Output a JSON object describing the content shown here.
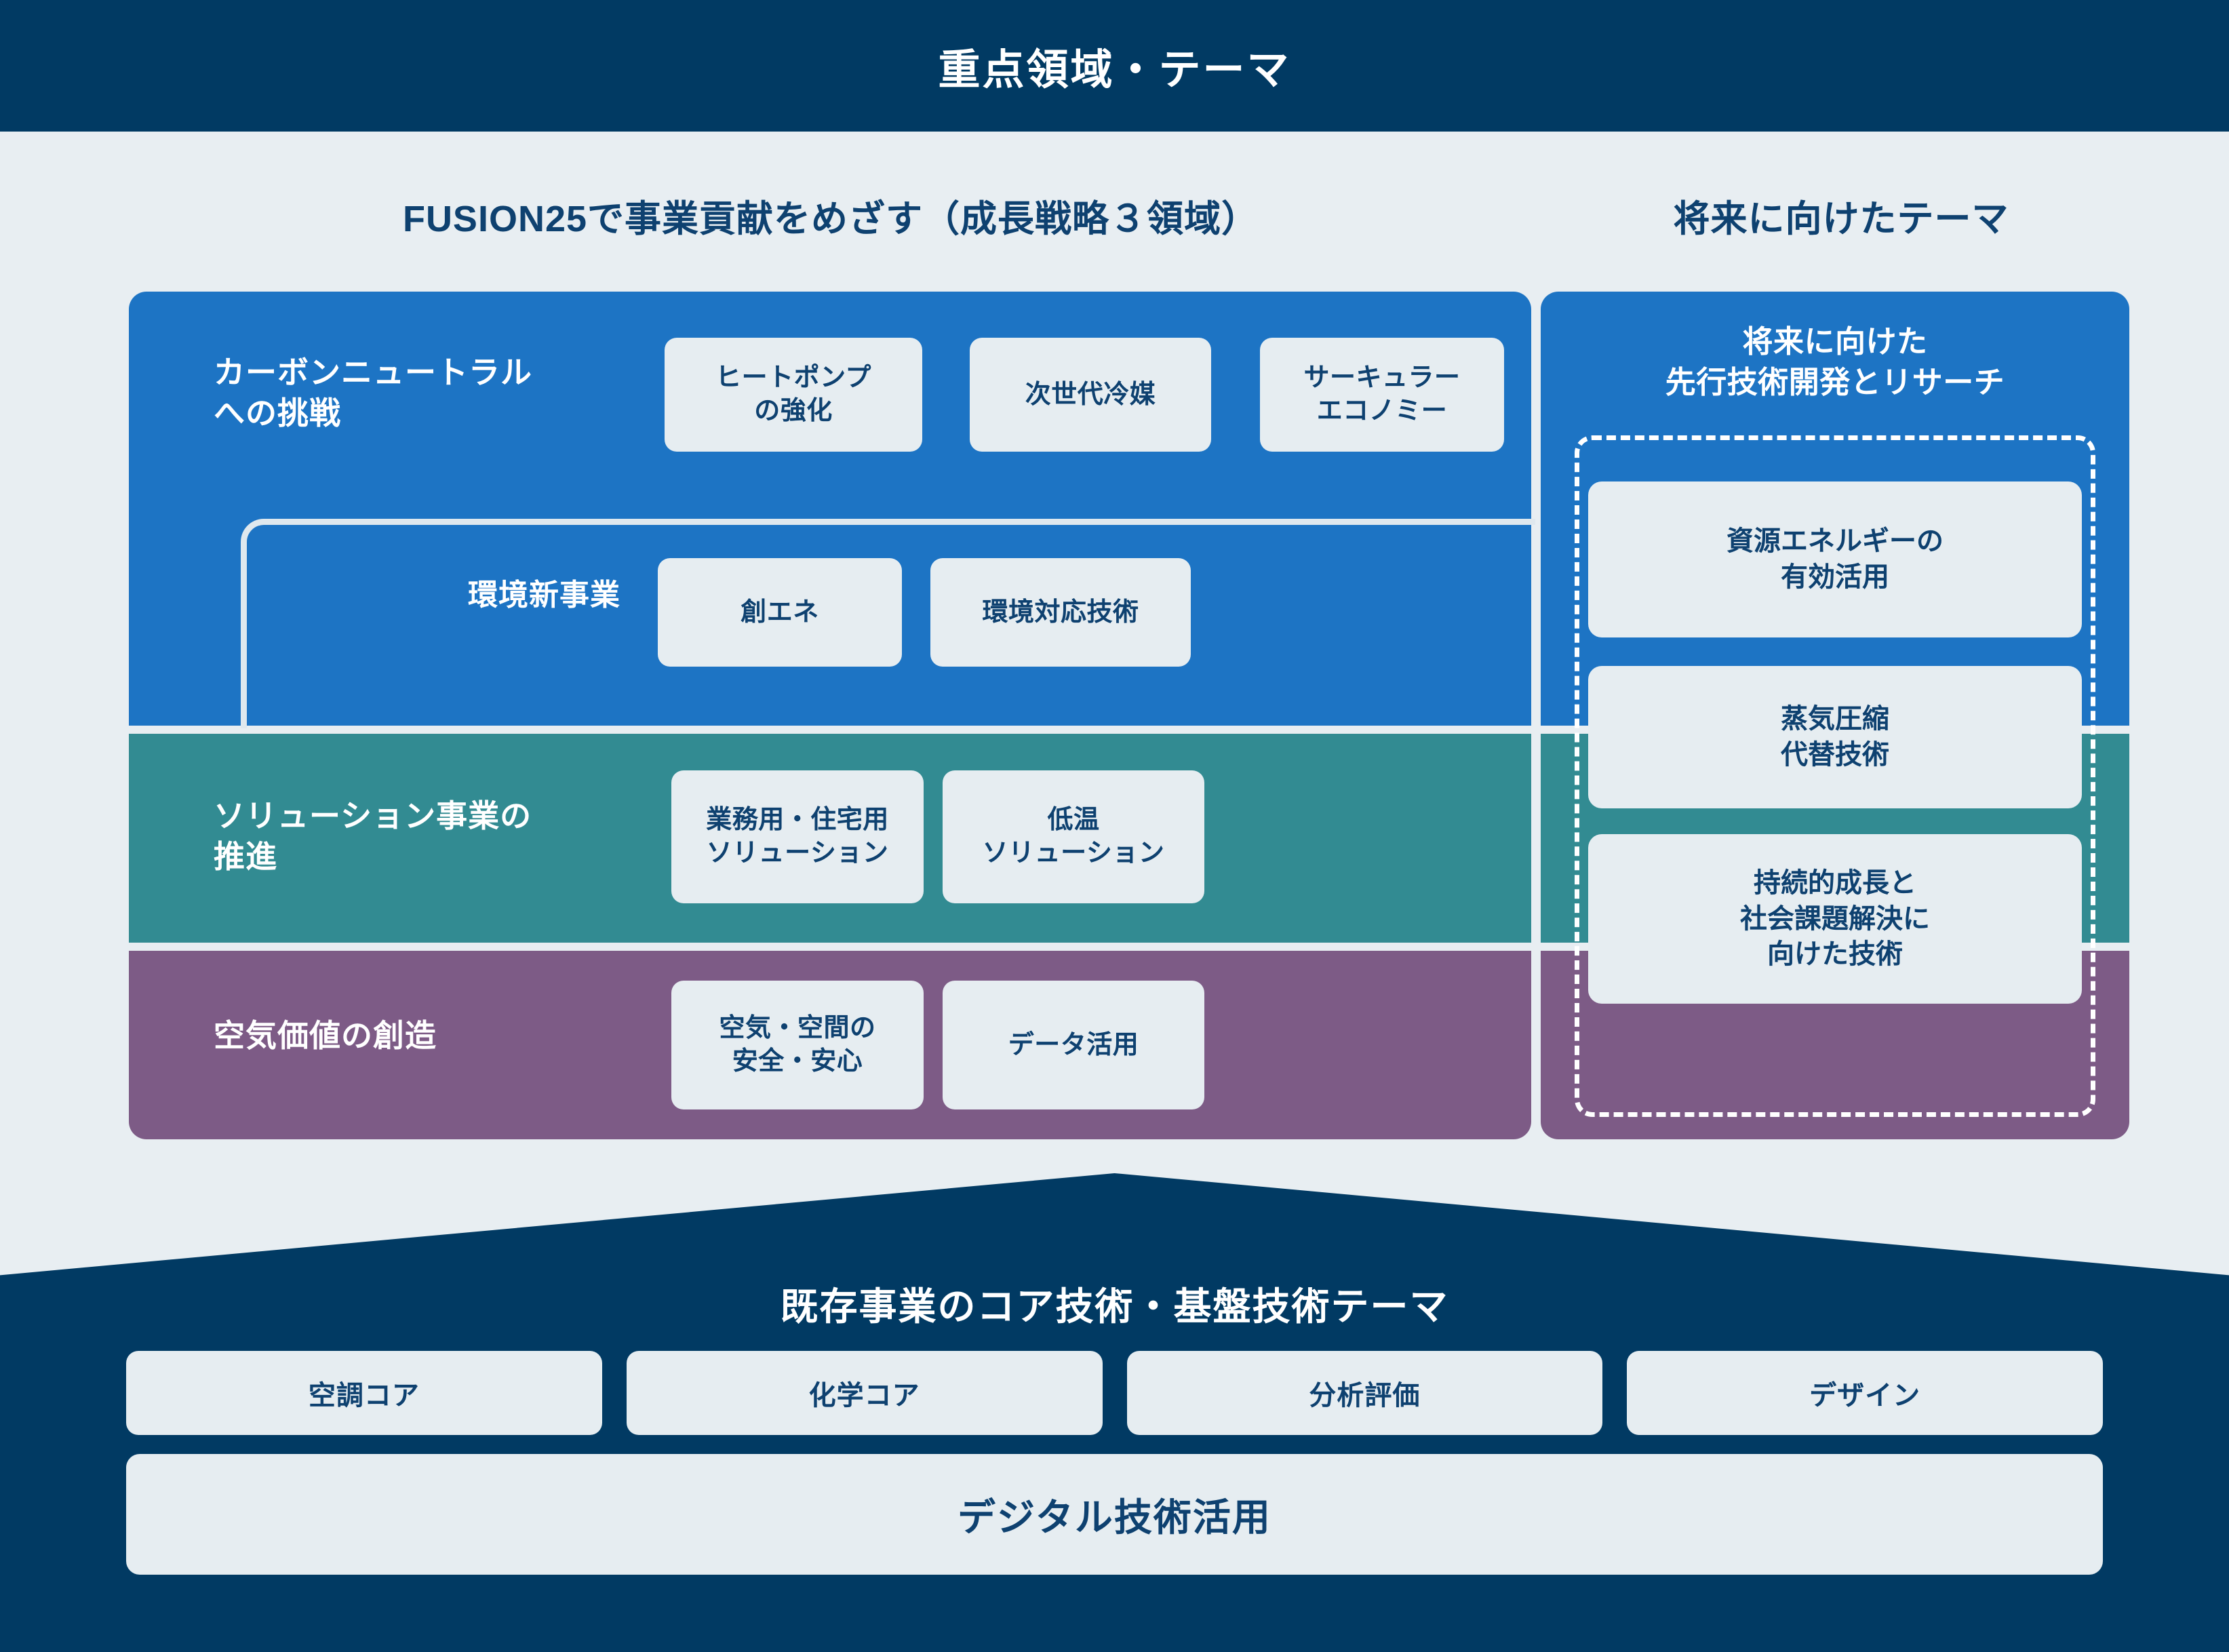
{
  "header": {
    "title": "重点領域・テーマ"
  },
  "columns": {
    "left_subtitle": "FUSION25で事業貢献をめざす（成長戦略３領域）",
    "right_subtitle": "将来に向けたテーマ"
  },
  "colors": {
    "navy": "#013A63",
    "blue": "#1D74C4",
    "teal": "#328B92",
    "purple": "#7D5B86",
    "chip_bg": "#e6edf1",
    "page_bg": "#e8eef2",
    "chip_text": "#0E4170"
  },
  "rows": [
    {
      "label": "カーボンニュートラル\nへの挑戦",
      "color": "blue",
      "chips": [
        "ヒートポンプ\nの強化",
        "次世代冷媒",
        "サーキュラー\nエコノミー"
      ]
    },
    {
      "label": "環境新事業",
      "color": "blue",
      "chips": [
        "創エネ",
        "環境対応技術"
      ]
    },
    {
      "label": "ソリューション事業の\n推進",
      "color": "teal",
      "chips": [
        "業務用・住宅用\nソリューション",
        "低温\nソリューション"
      ]
    },
    {
      "label": "空気価値の創造",
      "color": "purple",
      "chips": [
        "空気・空間の\n安全・安心",
        "データ活用"
      ]
    }
  ],
  "row_labels": {
    "carbon_neutral_line1": "カーボンニュートラル",
    "carbon_neutral_line2": "への挑戦",
    "env_business": "環境新事業",
    "solution_line1": "ソリューション事業の",
    "solution_line2": "推進",
    "air_value": "空気価値の創造"
  },
  "chips": {
    "heat_pump_line1": "ヒートポンプ",
    "heat_pump_line2": "の強化",
    "next_gen_refrigerant": "次世代冷媒",
    "circular_line1": "サーキュラー",
    "circular_line2": "エコノミー",
    "energy_creation": "創エネ",
    "env_tech": "環境対応技術",
    "commercial_line1": "業務用・住宅用",
    "commercial_line2": "ソリューション",
    "lowtemp_line1": "低温",
    "lowtemp_line2": "ソリューション",
    "air_safety_line1": "空気・空間の",
    "air_safety_line2": "安全・安心",
    "data_use": "データ活用"
  },
  "future": {
    "title_line1": "将来に向けた",
    "title_line2": "先行技術開発とリサーチ",
    "cards": [
      {
        "line1": "資源エネルギーの",
        "line2": "有効活用"
      },
      {
        "line1": "蒸気圧縮",
        "line2": "代替技術"
      },
      {
        "line1": "持続的成長と",
        "line2": "社会課題解決に",
        "line3": "向けた技術"
      }
    ],
    "card1_line1": "資源エネルギーの",
    "card1_line2": "有効活用",
    "card2_line1": "蒸気圧縮",
    "card2_line2": "代替技術",
    "card3_line1": "持続的成長と",
    "card3_line2": "社会課題解決に",
    "card3_line3": "向けた技術"
  },
  "foundation": {
    "title": "既存事業のコア技術・基盤技術テーマ",
    "core_chips": [
      "空調コア",
      "化学コア",
      "分析評価",
      "デザイン"
    ],
    "core_chip_1": "空調コア",
    "core_chip_2": "化学コア",
    "core_chip_3": "分析評価",
    "core_chip_4": "デザイン",
    "digital_bar": "デジタル技術活用"
  }
}
